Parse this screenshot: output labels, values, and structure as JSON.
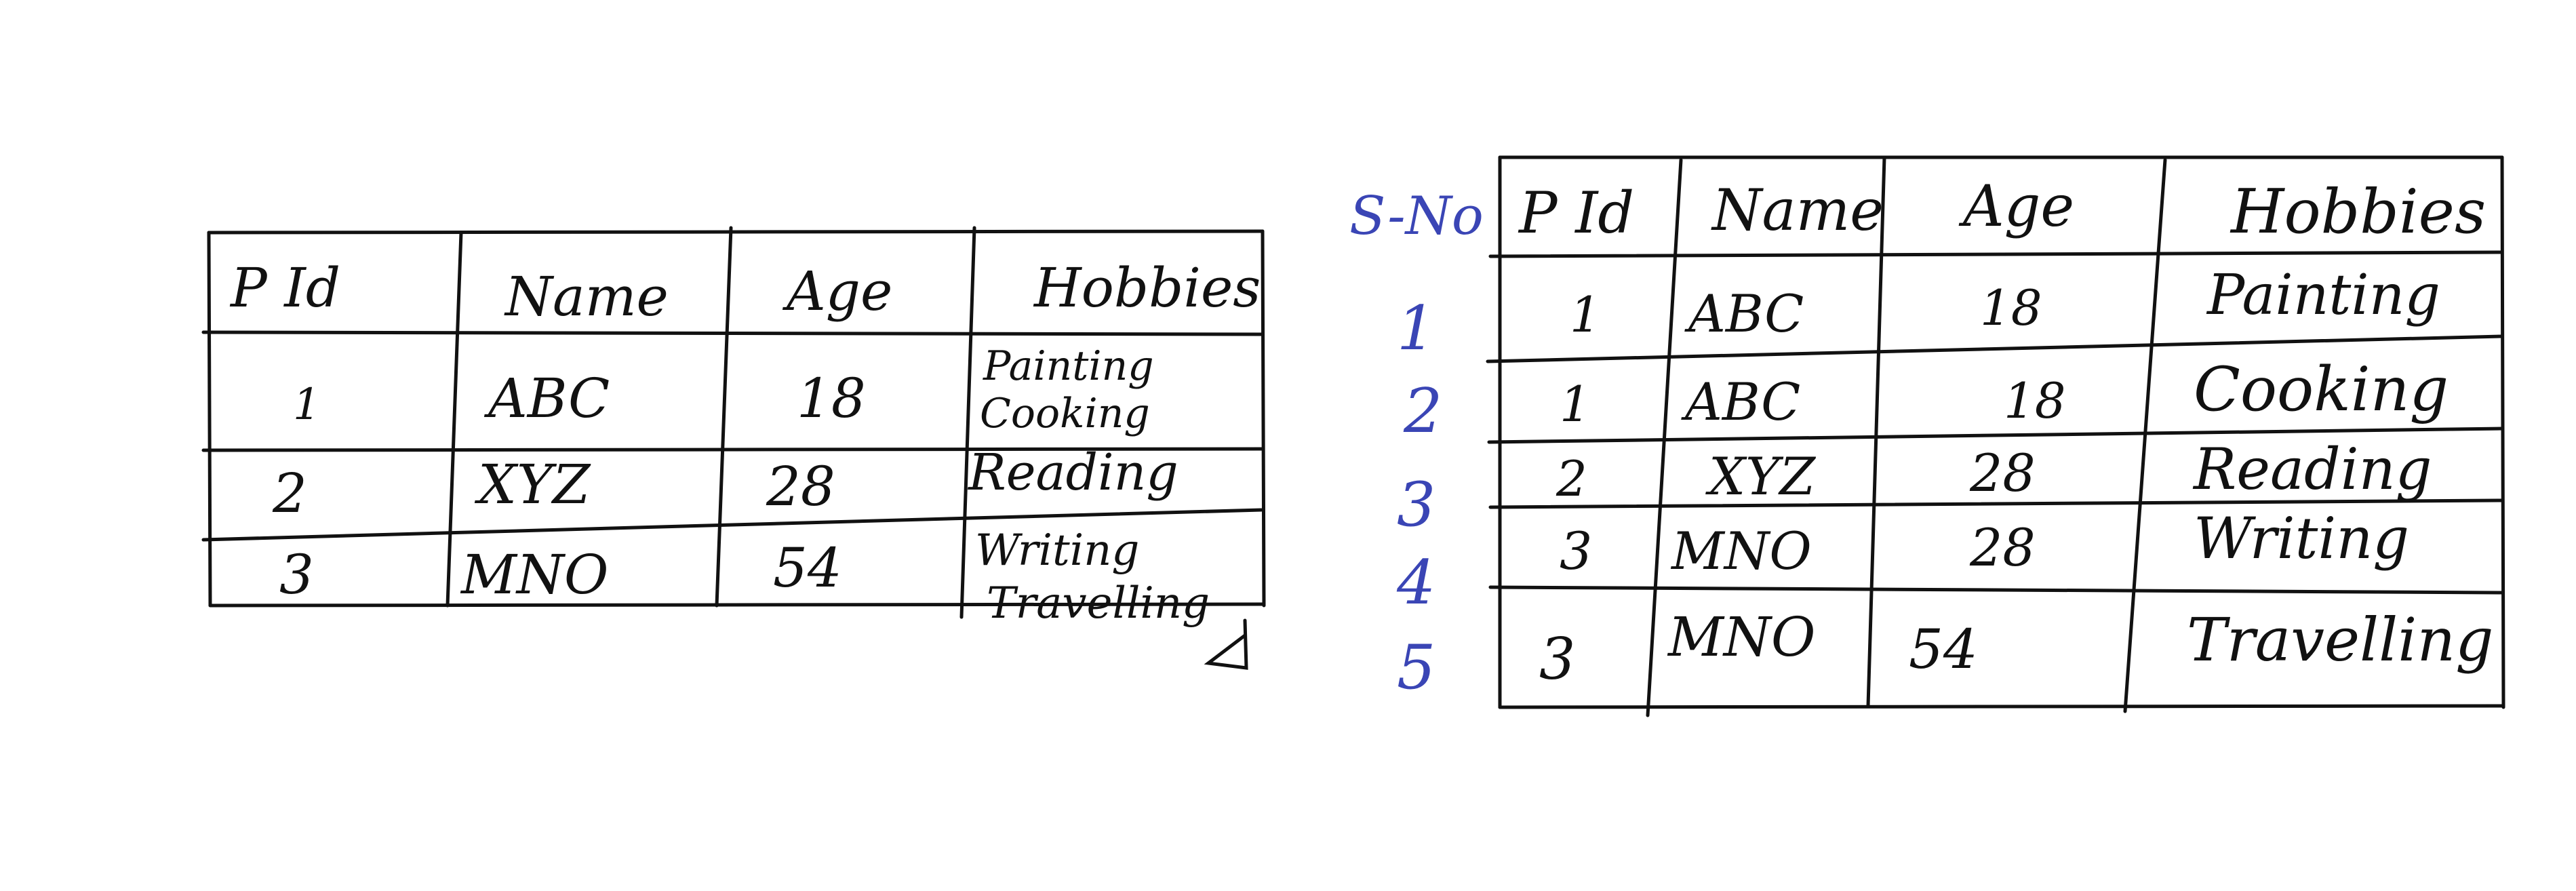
{
  "colors": {
    "ink": "#111111",
    "blue_ink": "#3a45b5",
    "paper": "#ffffff"
  },
  "table_original": {
    "headers": [
      "P Id",
      "Name",
      "Age",
      "Hobbies"
    ],
    "rows": [
      [
        "1",
        "ABC",
        "18",
        "Painting",
        "Cooking"
      ],
      [
        "2",
        "XYZ",
        "28",
        "Reading"
      ],
      [
        "3",
        "MNO",
        "54",
        "Writing",
        "Travelling"
      ]
    ]
  },
  "table_normalized": {
    "sno_header": "S-No",
    "sno": [
      "1",
      "2",
      "3",
      "4",
      "5"
    ],
    "headers": [
      "P Id",
      "Name",
      "Age",
      "Hobbies"
    ],
    "rows": [
      [
        "1",
        "ABC",
        "18",
        "Painting"
      ],
      [
        "1",
        "ABC",
        "18",
        "Cooking"
      ],
      [
        "2",
        "XYZ",
        "28",
        "Reading"
      ],
      [
        "3",
        "MNO",
        "28",
        "Writing"
      ],
      [
        "3",
        "MNO",
        "54",
        "Travelling"
      ]
    ]
  }
}
